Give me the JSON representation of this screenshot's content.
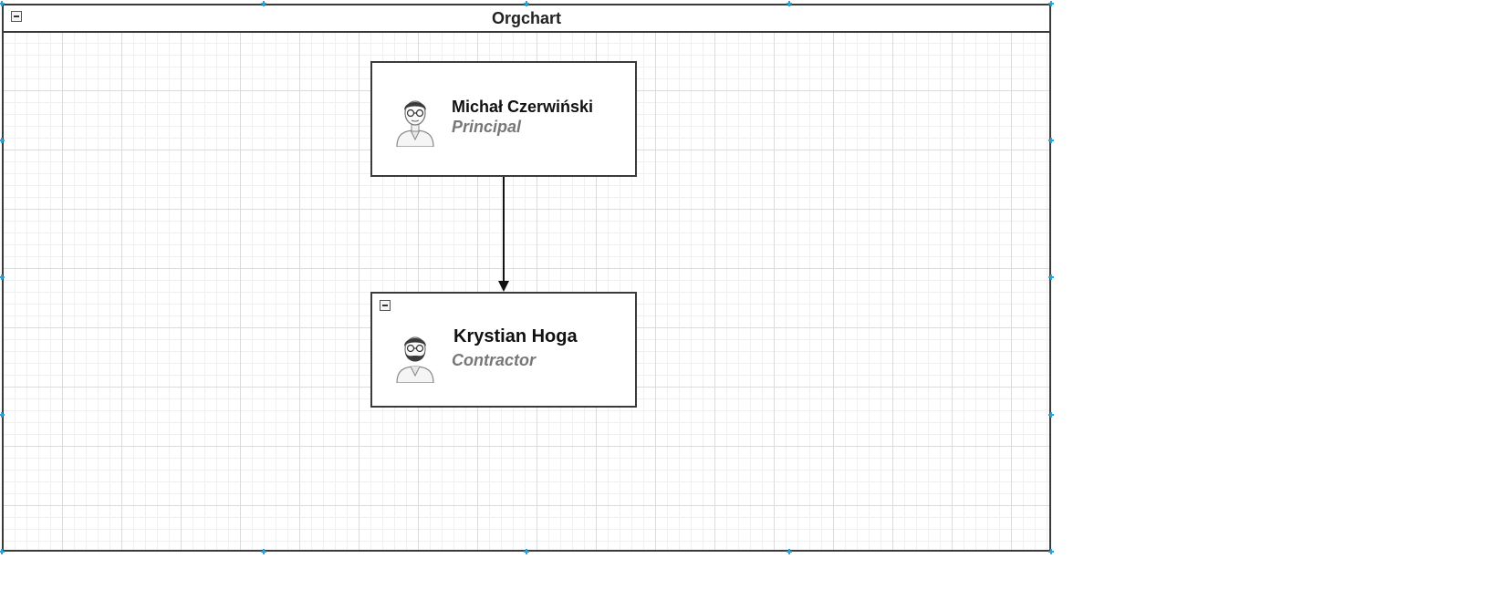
{
  "container": {
    "title": "Orgchart"
  },
  "nodes": [
    {
      "name": "Michał Czerwiński",
      "role": "Principal",
      "avatar_icon": "person-avatar-icon"
    },
    {
      "name": "Krystian Hoga",
      "role": "Contractor",
      "avatar_icon": "bearded-person-avatar-icon"
    }
  ],
  "colors": {
    "selection_handle": "#29a3e0",
    "border": "#3a3a3a",
    "role_text": "#777777"
  }
}
